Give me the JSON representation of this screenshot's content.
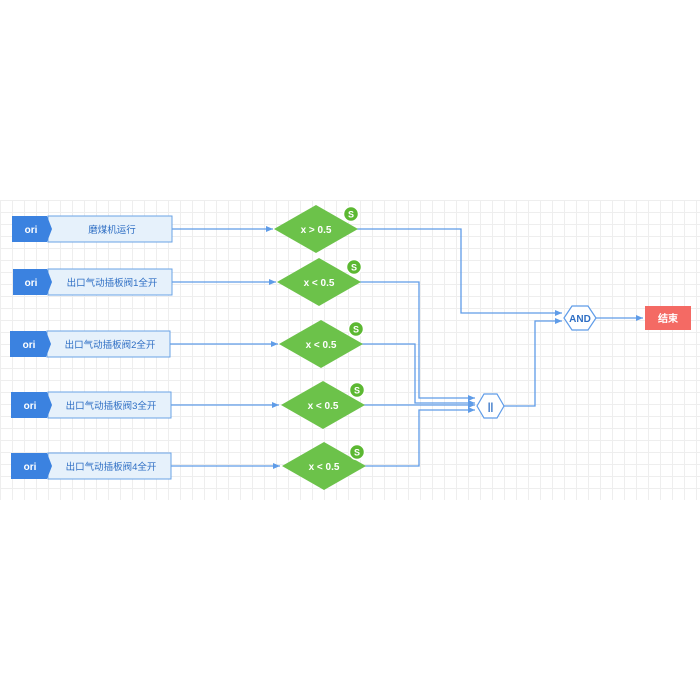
{
  "sources": [
    {
      "tag": "ori",
      "label": "磨煤机运行"
    },
    {
      "tag": "ori",
      "label": "出口气动插板阀1全开"
    },
    {
      "tag": "ori",
      "label": "出口气动插板阀2全开"
    },
    {
      "tag": "ori",
      "label": "出口气动插板阀3全开"
    },
    {
      "tag": "ori",
      "label": "出口气动插板阀4全开"
    }
  ],
  "conditions": [
    {
      "label": "x > 0.5",
      "badge": "S"
    },
    {
      "label": "x < 0.5",
      "badge": "S"
    },
    {
      "label": "x < 0.5",
      "badge": "S"
    },
    {
      "label": "x < 0.5",
      "badge": "S"
    },
    {
      "label": "x < 0.5",
      "badge": "S"
    }
  ],
  "or_gate": {
    "label": "||"
  },
  "and_gate": {
    "label": "AND"
  },
  "end_node": {
    "label": "结束"
  },
  "colors": {
    "source_tag": "#3b82e0",
    "source_box": "#e6f1fb",
    "source_border": "#6aa3e6",
    "condition": "#6cc24a",
    "badge": "#5cb832",
    "connector": "#5f9ce8",
    "gate_border": "#5f9ce8",
    "end_node": "#f46a64"
  }
}
